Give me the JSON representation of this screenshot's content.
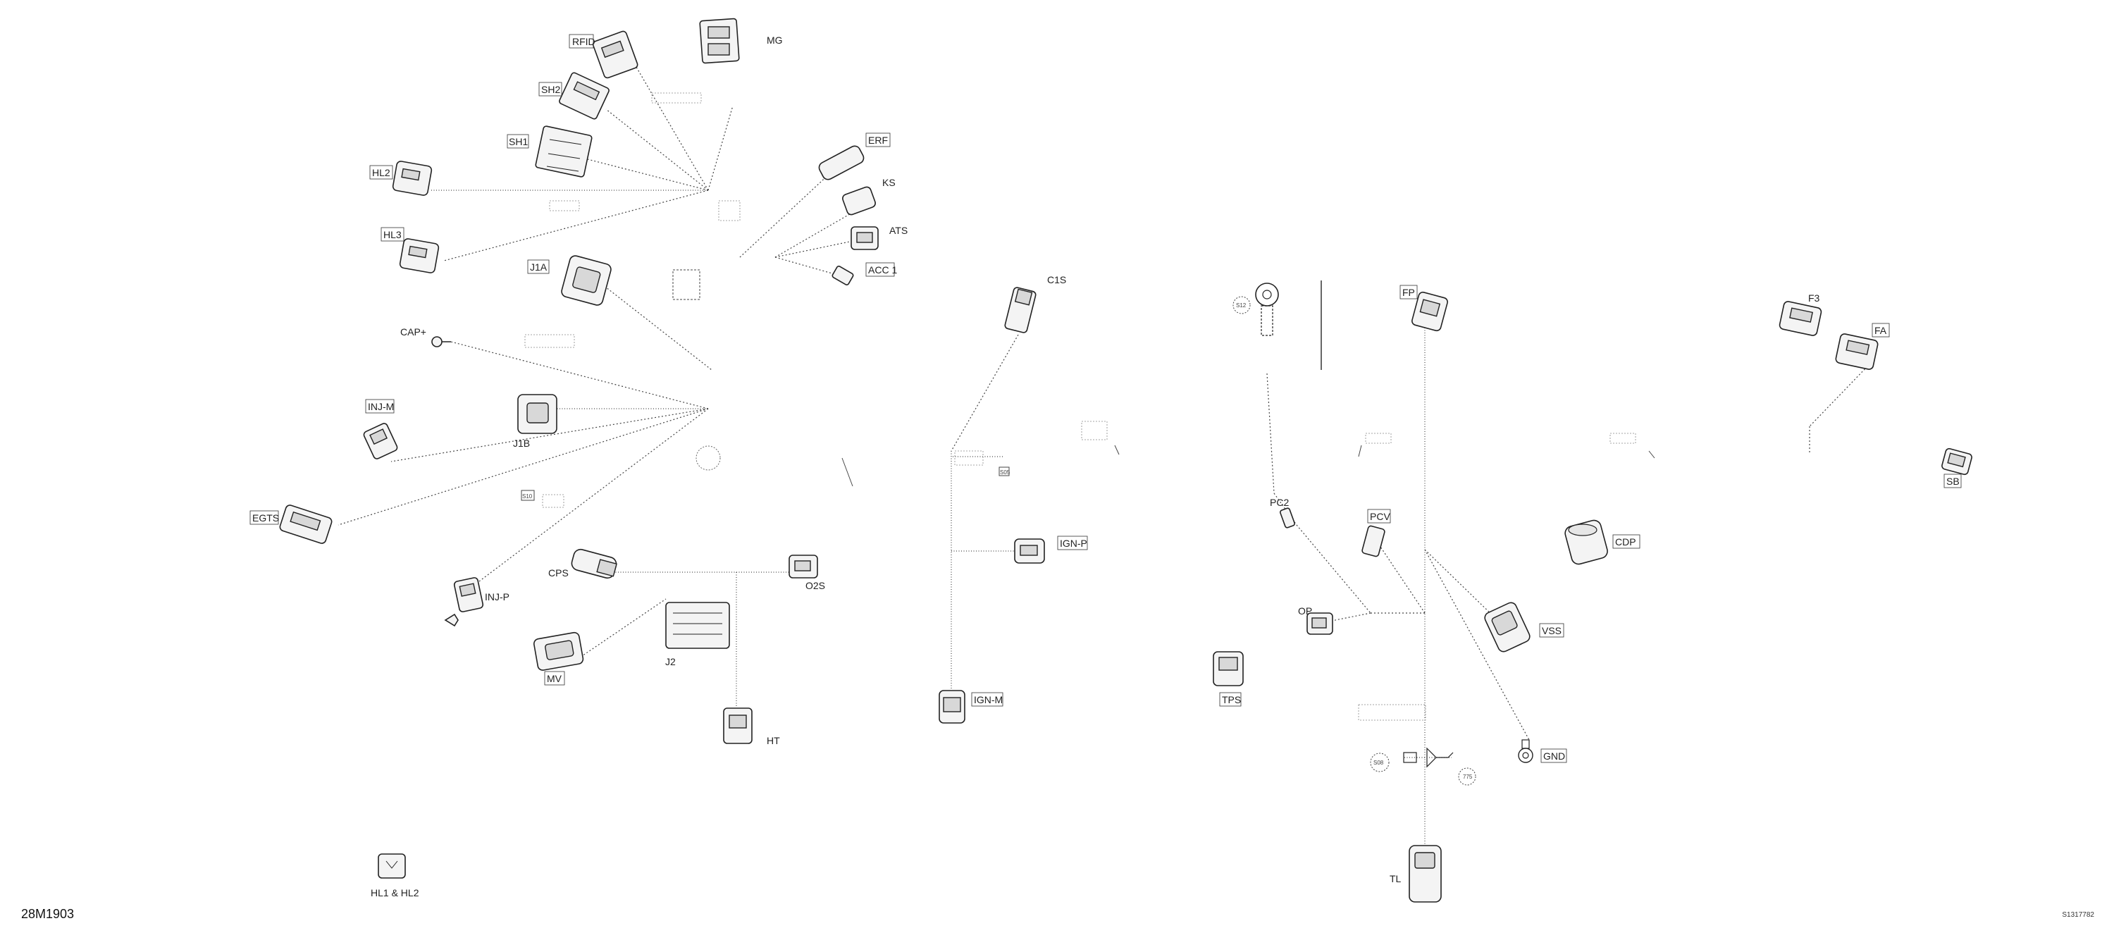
{
  "diagram": {
    "figure_id": "28M1903",
    "ref_code": "S1317782",
    "connectors": {
      "mg": "MG",
      "rfid": "RFID",
      "sh2": "SH2",
      "sh1": "SH1",
      "hl2": "HL2",
      "hl3": "HL3",
      "j1a": "J1A",
      "j1b": "J1B",
      "cap": "CAP+",
      "inj_m": "INJ-M",
      "egts": "EGTS",
      "inj_p": "INJ-P",
      "cps": "CPS",
      "o2s": "O2S",
      "mv": "MV",
      "j2": "J2",
      "ht": "HT",
      "erf": "ERF",
      "ks": "KS",
      "ats": "ATS",
      "acc1": "ACC 1",
      "c1s": "C1S",
      "ign_p": "IGN-P",
      "ign_m": "IGN-M",
      "pc2": "PC2",
      "fp": "FP",
      "pcv": "PCV",
      "op": "OP",
      "tps": "TPS",
      "vss": "VSS",
      "gnd": "GND",
      "tl": "TL",
      "cdp": "CDP",
      "f3": "F3",
      "fa": "FA",
      "sb": "SB",
      "hl1_hl2": "HL1 & HL2"
    },
    "marker_codes": {
      "s10": "S10",
      "s05": "S05",
      "s12": "S12",
      "s08": "S08",
      "n775": "775"
    }
  }
}
